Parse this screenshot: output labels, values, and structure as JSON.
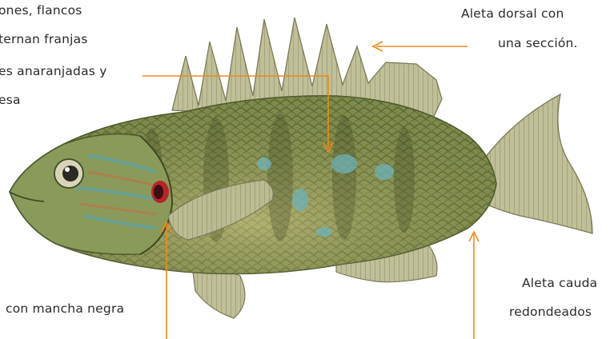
{
  "labels": {
    "top_left": {
      "line1": "ones, flancos",
      "line2": "ternan franjas",
      "line3": "es anaranjadas y",
      "line4": "esa"
    },
    "top_right": {
      "line1": "Aleta dorsal con",
      "line2": "una sección."
    },
    "bottom_left": {
      "line1": "con mancha negra"
    },
    "bottom_right": {
      "line1": "Aleta cauda",
      "line2": "redondeados"
    }
  },
  "colors": {
    "arrow": "#f08a1a",
    "label_text": "#2a2a2a",
    "fish_body": "#9aa35a",
    "fish_belly": "#c9c27a",
    "fish_scales": "#5f6b3c",
    "fish_fins": "#b6b690",
    "gill_spot": "#b8242a",
    "blue_spots": "#6fb3b8"
  },
  "icons": {
    "subject": "bluegill-sunfish-illustration",
    "pointer": "arrow-icon"
  }
}
